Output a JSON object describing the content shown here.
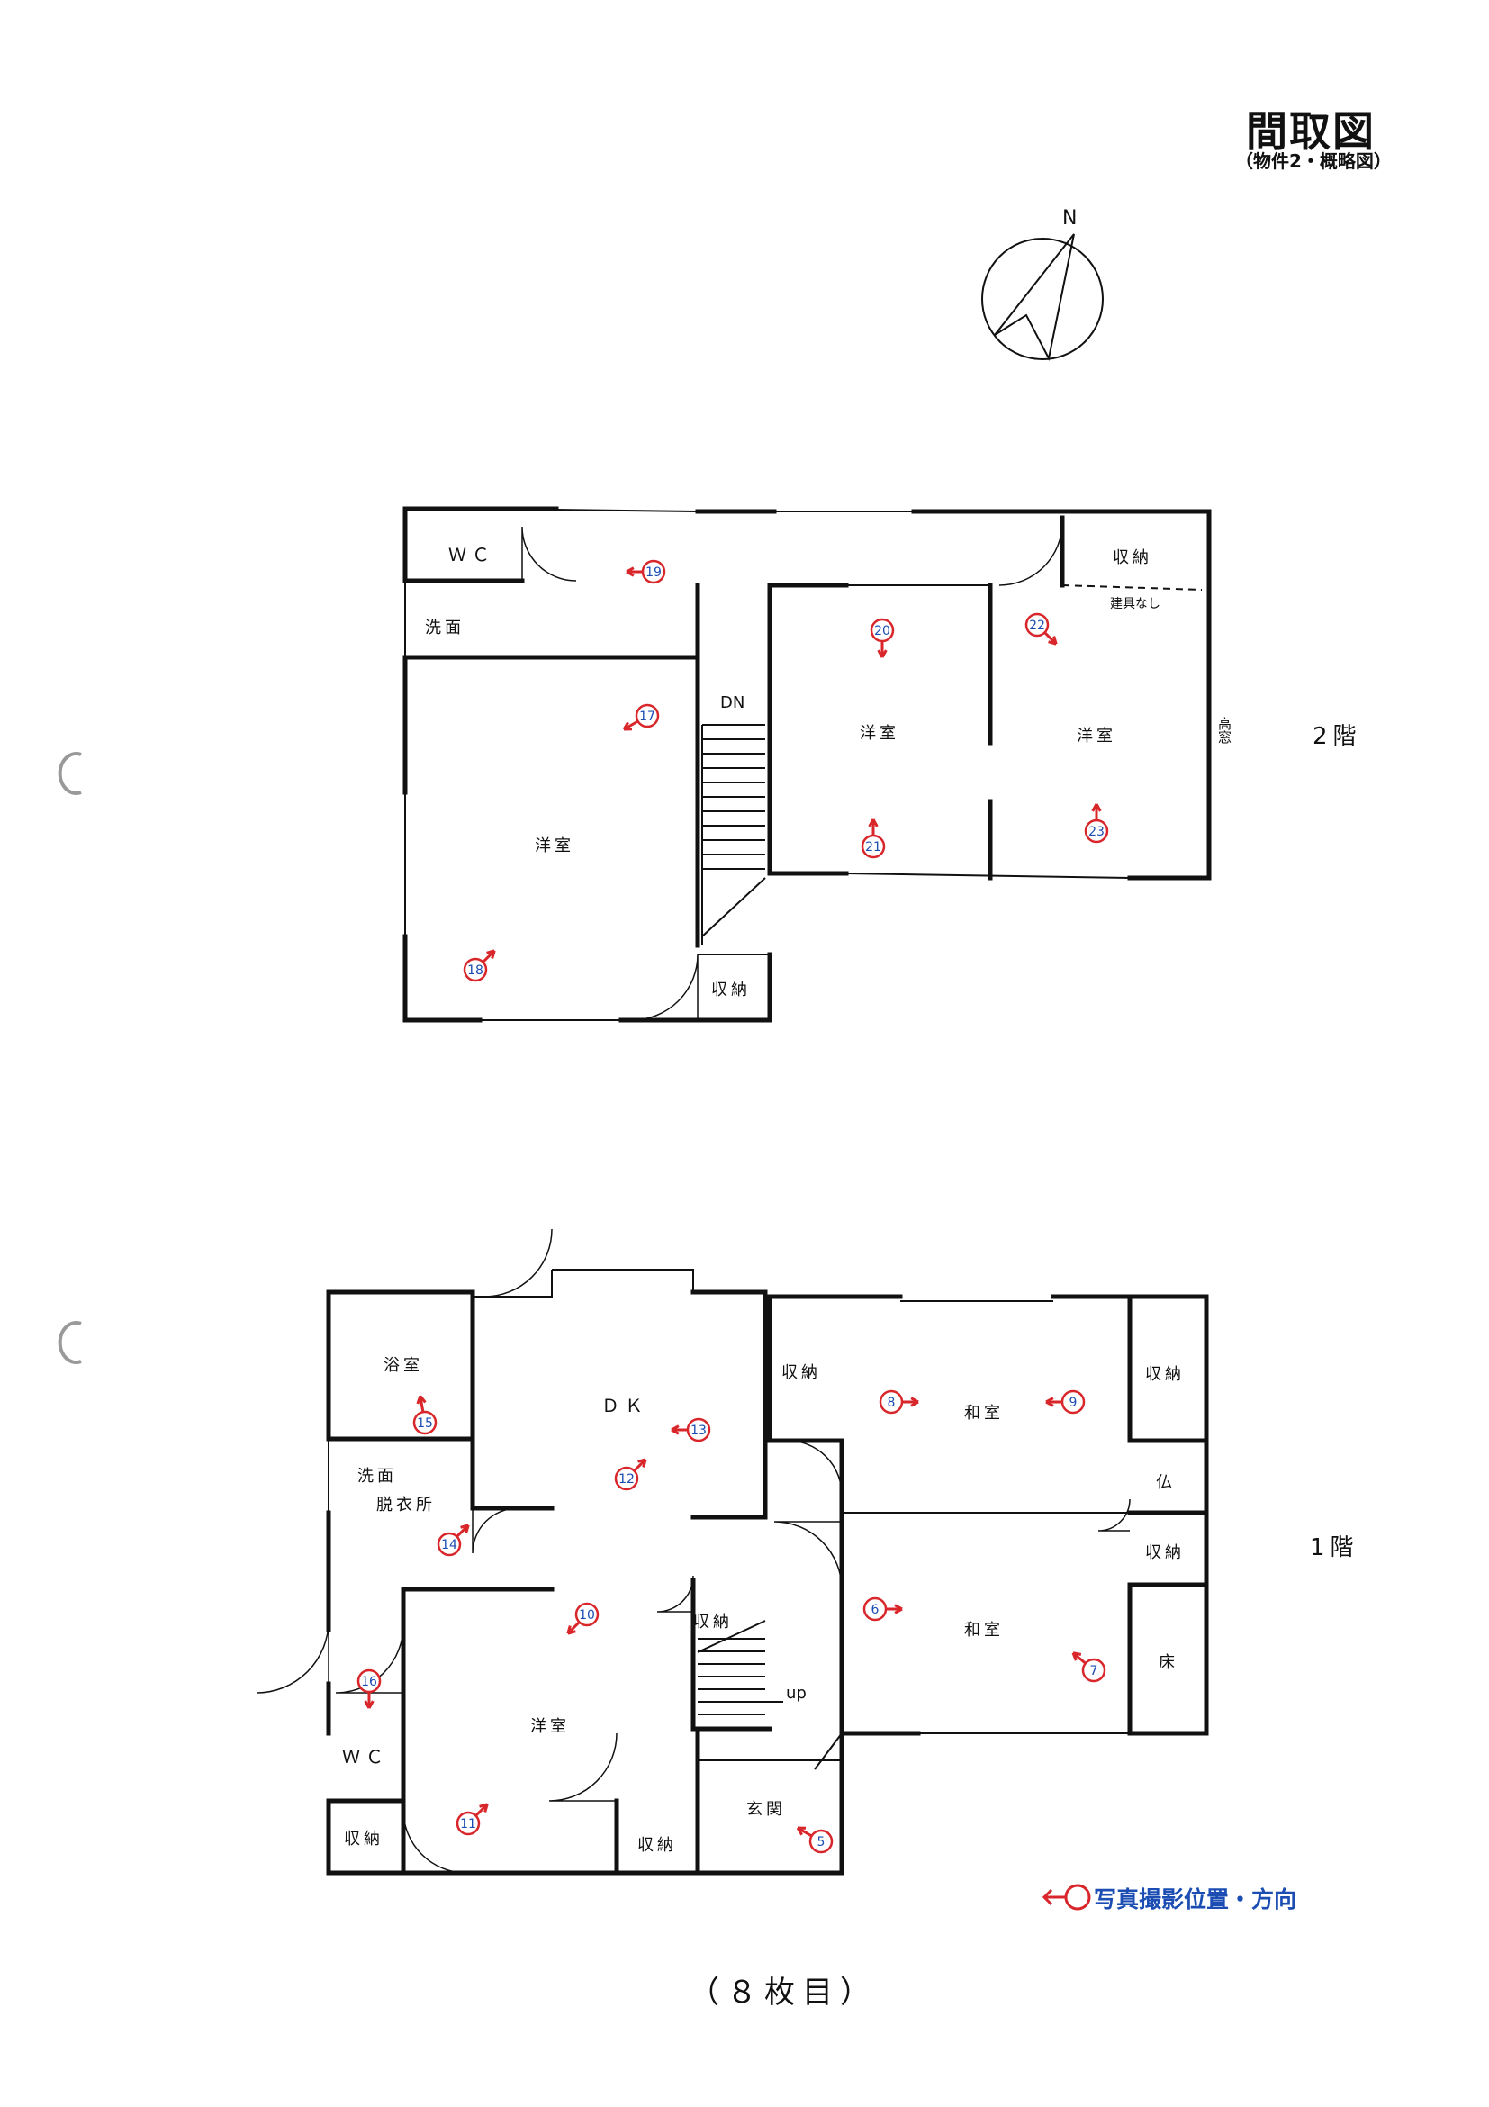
{
  "header": {
    "title": "間取図",
    "subtitle": "（物件2・概略図）"
  },
  "compass": {
    "label": "N"
  },
  "floors": {
    "upper": "2階",
    "lower": "1階"
  },
  "labels": {
    "wc": "ＷＣ",
    "washroom": "洗面",
    "storage": "収納",
    "no_fittings": "建具なし",
    "western_room": "洋室",
    "down": "DN",
    "high_window": "高窓",
    "bath": "浴室",
    "dk": "ＤＫ",
    "japanese_room": "和室",
    "altar": "仏",
    "alcove": "床",
    "changing_room": "脱衣所",
    "entrance": "玄関",
    "up": "up"
  },
  "markers": [
    "5",
    "6",
    "7",
    "8",
    "9",
    "10",
    "11",
    "12",
    "13",
    "14",
    "15",
    "16",
    "17",
    "18",
    "19",
    "20",
    "21",
    "22",
    "23"
  ],
  "legend": {
    "text": "写真撮影位置・方向",
    "color": "#1b4db3"
  },
  "marker_color": "#d8262b",
  "footer": {
    "page": "（８枚目）"
  }
}
